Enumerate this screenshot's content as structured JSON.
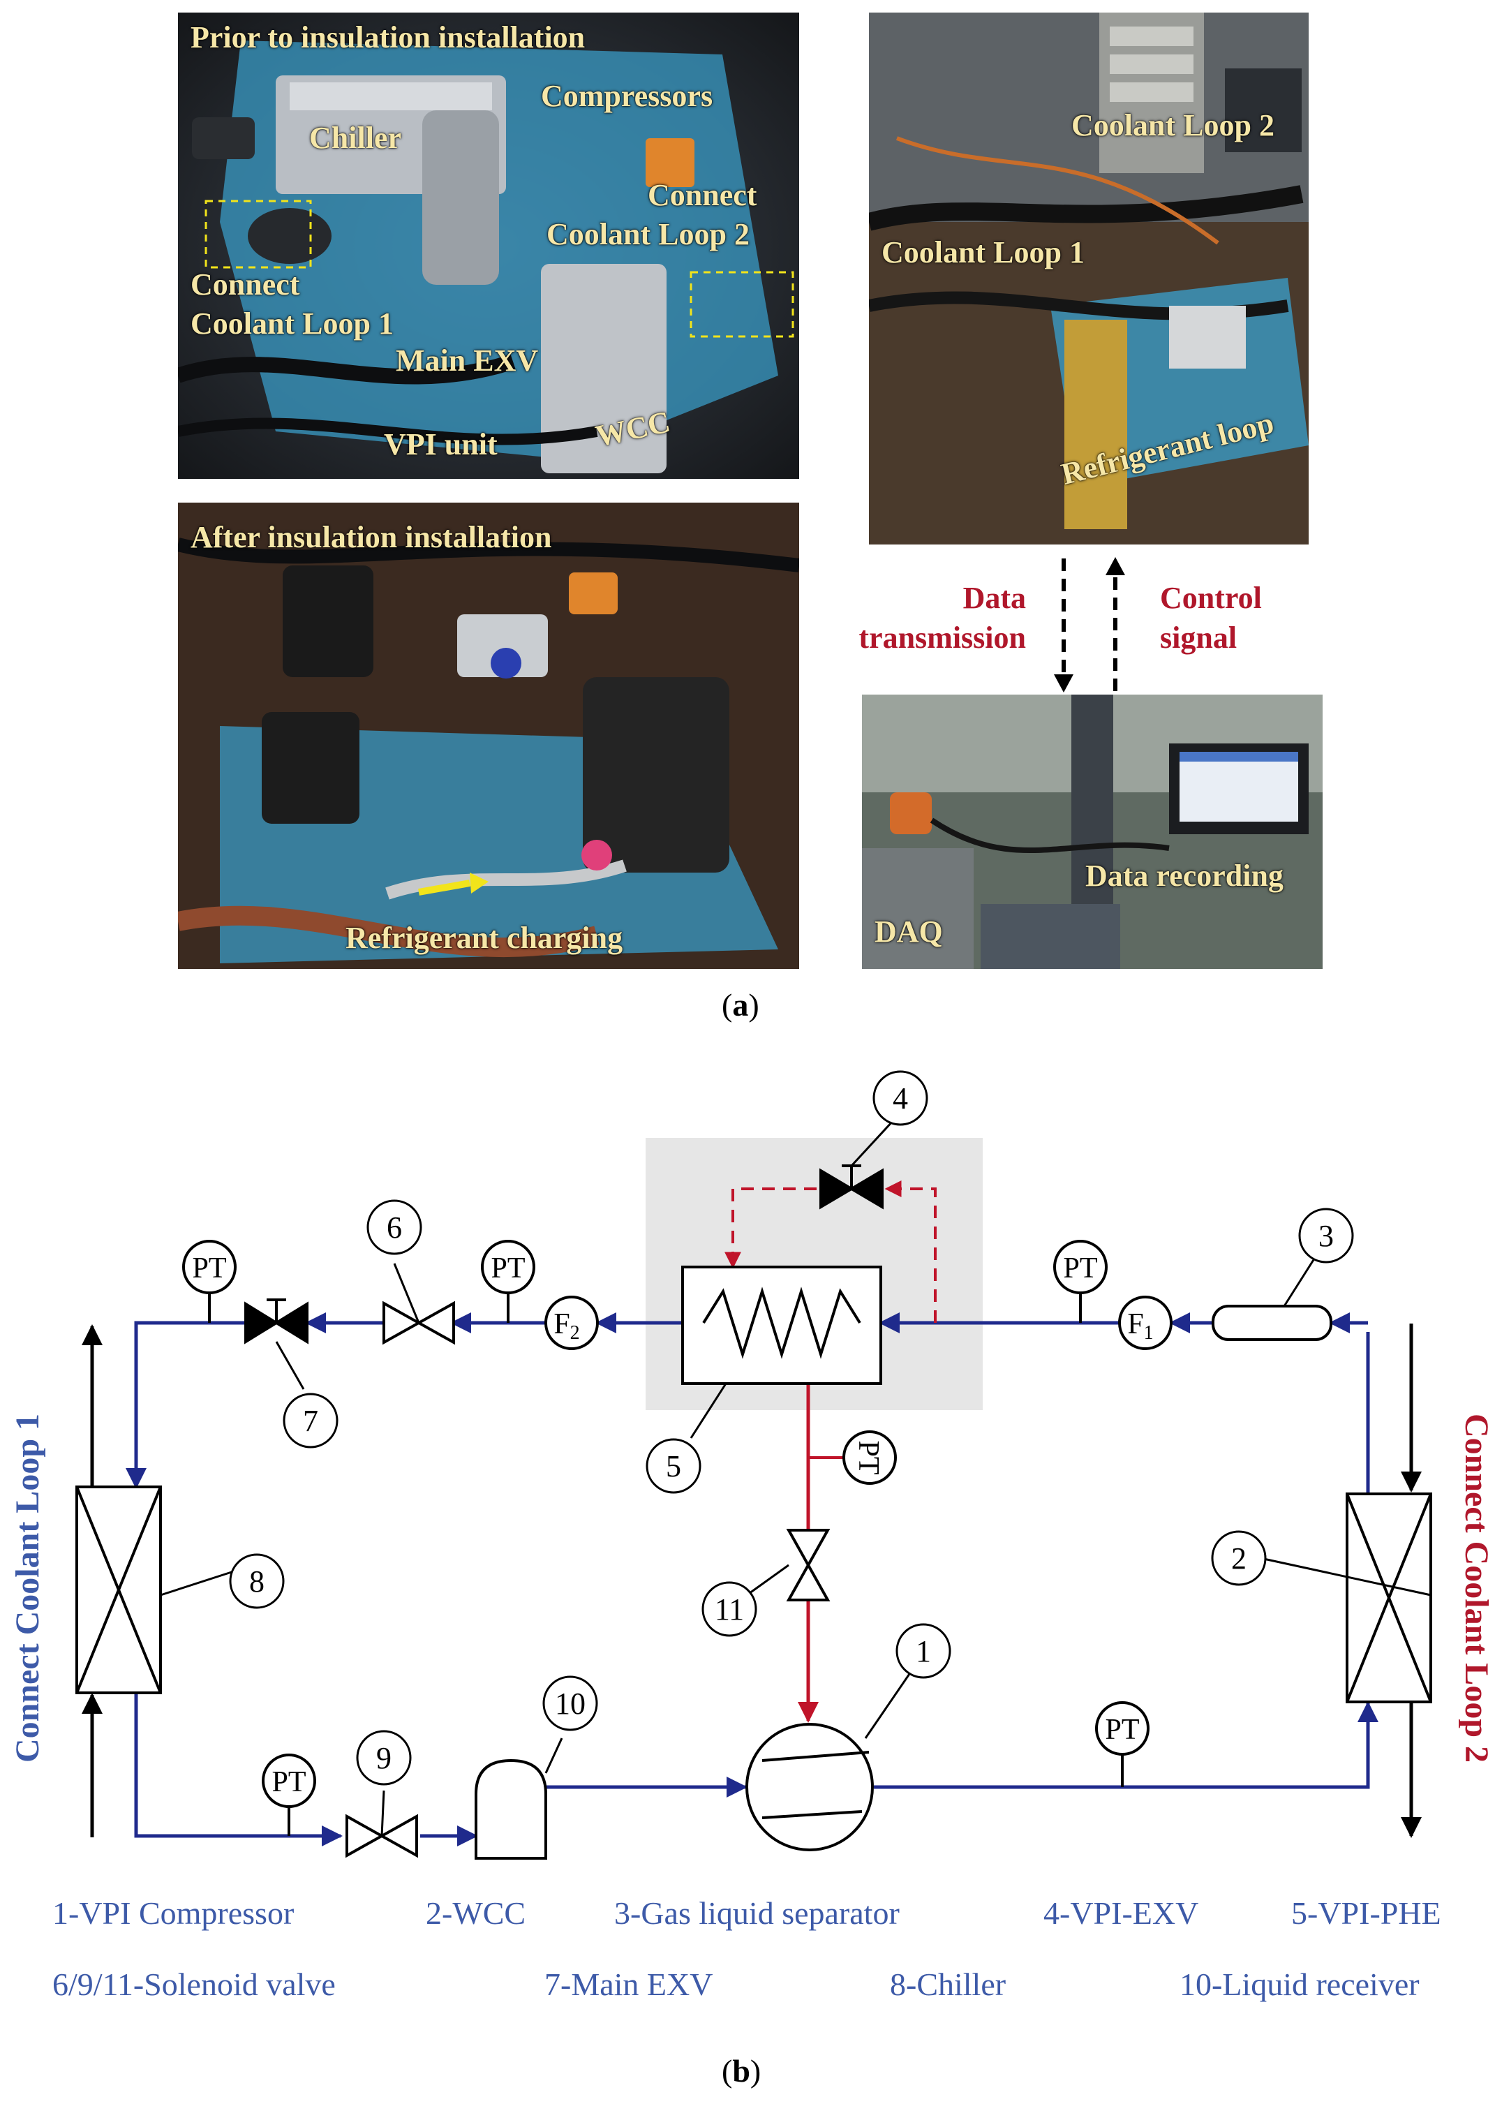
{
  "panel_a": {
    "letter": "a",
    "photo_top_left": {
      "caption": "Prior to insulation installation",
      "labels": {
        "chiller": "Chiller",
        "compressors": "Compressors",
        "connect_loop2_line1": "Connect",
        "connect_loop2_line2": "Coolant Loop 2",
        "connect_loop1_line1": "Connect",
        "connect_loop1_line2": "Coolant Loop 1",
        "main_exv": "Main EXV",
        "vpi_unit": "VPI unit",
        "wcc": "WCC"
      }
    },
    "photo_top_right": {
      "labels": {
        "coolant_loop2": "Coolant Loop 2",
        "coolant_loop1": "Coolant Loop 1",
        "refrigerant_loop": "Refrigerant loop"
      }
    },
    "photo_bottom_left": {
      "caption": "After insulation installation",
      "labels": {
        "refrigerant_charging": "Refrigerant charging"
      }
    },
    "photo_bottom_right": {
      "labels": {
        "data_recording": "Data recording",
        "daq": "DAQ"
      }
    },
    "arrows": {
      "data_transmission_line1": "Data",
      "data_transmission_line2": "transmission",
      "control_signal_line1": "Control",
      "control_signal_line2": "signal"
    }
  },
  "panel_b": {
    "letter": "b",
    "side_labels": {
      "left": "Connect Coolant Loop 1",
      "right": "Connect Coolant Loop 2"
    },
    "sensor_label": "PT",
    "flowmeters": {
      "f1": "F",
      "f1_sub": "1",
      "f2": "F",
      "f2_sub": "2"
    },
    "components": [
      "1",
      "2",
      "3",
      "4",
      "5",
      "6",
      "7",
      "8",
      "9",
      "10",
      "11"
    ],
    "legend_row1": [
      "1-VPI Compressor",
      "2-WCC",
      "3-Gas liquid separator",
      "4-VPI-EXV",
      "5-VPI-PHE"
    ],
    "legend_row2": [
      "6/9/11-Solenoid valve",
      "7-Main EXV",
      "8-Chiller",
      "10-Liquid receiver"
    ]
  },
  "colors": {
    "blue_line": "#1f2a8c",
    "red_line": "#c0142a",
    "label_yellow": "#f6e7a8",
    "legend_blue": "#3d5aa8",
    "accent_red": "#b0172b",
    "highlight_box": "#e6e6e6"
  }
}
